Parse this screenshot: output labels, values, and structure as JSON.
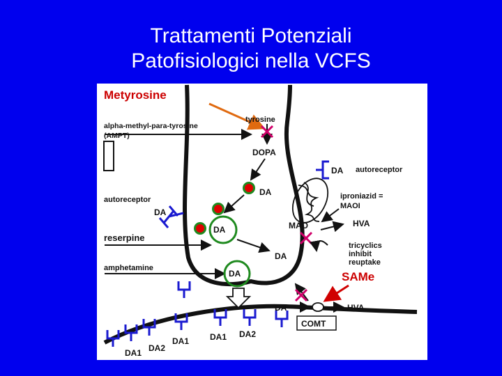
{
  "title": {
    "line1": "Trattamenti Potenziali",
    "line2": "Patofisiologici nella VCFS"
  },
  "diagram": {
    "metyrosine": "Metyrosine",
    "tyrosine": "tyrosine",
    "ampt_line1": "alpha-methyl-para-tyrosine",
    "ampt_line2": "(AMPT)",
    "dopa": "DOPA",
    "da": "DA",
    "autoreceptor": "autoreceptor",
    "iproniazid_line1": "iproniazid =",
    "iproniazid_line2": "MAOI",
    "mao": "MAO",
    "hva": "HVA",
    "reserpine": "reserpine",
    "tricyclics_line1": "tricyclics",
    "tricyclics_line2": "inhibit",
    "tricyclics_line3": "reuptake",
    "amphetamine": "amphetamine",
    "same": "SAMe",
    "comt": "COMT",
    "da1": "DA1",
    "da2": "DA2",
    "colors": {
      "background": "#0000ee",
      "receptor": "#1a1ad0",
      "inhibit_mark": "#d0006a",
      "vesicle_dot": "#e00000",
      "vesicle_ring": "#1f8a1f",
      "arrow_orange": "#e06a10",
      "arrow_red": "#d00000",
      "same_text": "#cc0000"
    }
  }
}
